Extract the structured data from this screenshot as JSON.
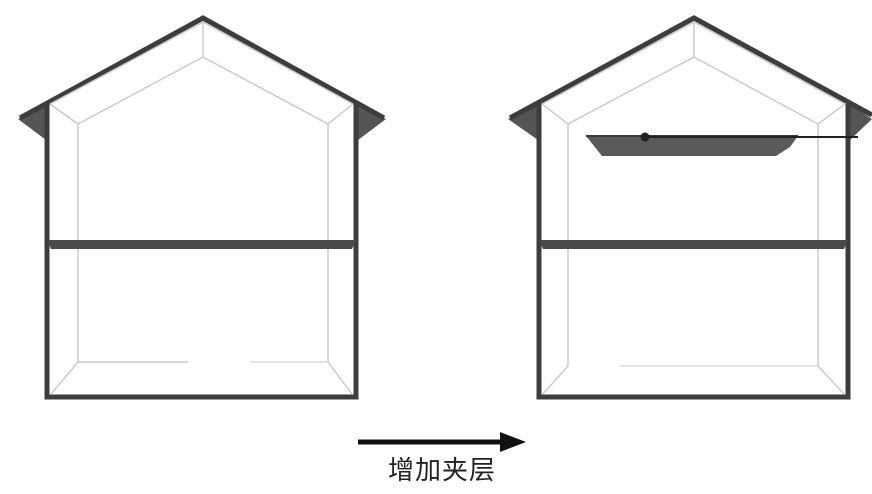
{
  "figure": {
    "caption": "增加夹层",
    "colors": {
      "wall": "#3d3d3d",
      "eaves": "#555555",
      "slab": "#4a4a4a",
      "interior_line": "#c8c8c8",
      "mezzanine": "#5a5a5a",
      "background": "#ffffff"
    }
  },
  "houses": [
    {
      "state": "before",
      "has_mezzanine": false
    },
    {
      "state": "after",
      "has_mezzanine": true
    }
  ]
}
